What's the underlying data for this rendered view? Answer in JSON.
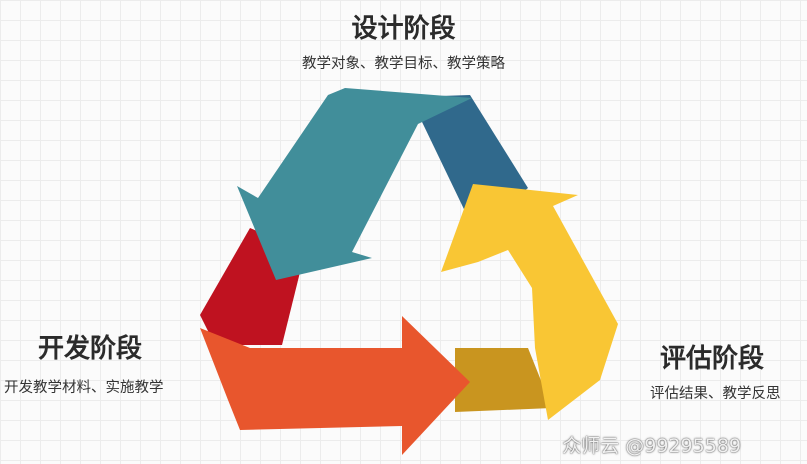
{
  "stages": {
    "design": {
      "title": "设计阶段",
      "desc": "教学对象、教学目标、教学策略"
    },
    "development": {
      "title": "开发阶段",
      "desc": "开发教学材料、实施教学"
    },
    "evaluation": {
      "title": "评估阶段",
      "desc": "评估结果、教学反思"
    }
  },
  "watermark": "众师云 @99295589",
  "colors": {
    "teal": "#418e9a",
    "dark_blue": "#30698c",
    "red": "#bf1220",
    "orange": "#e8562d",
    "gold": "#c9951f",
    "yellow": "#f9c634"
  }
}
